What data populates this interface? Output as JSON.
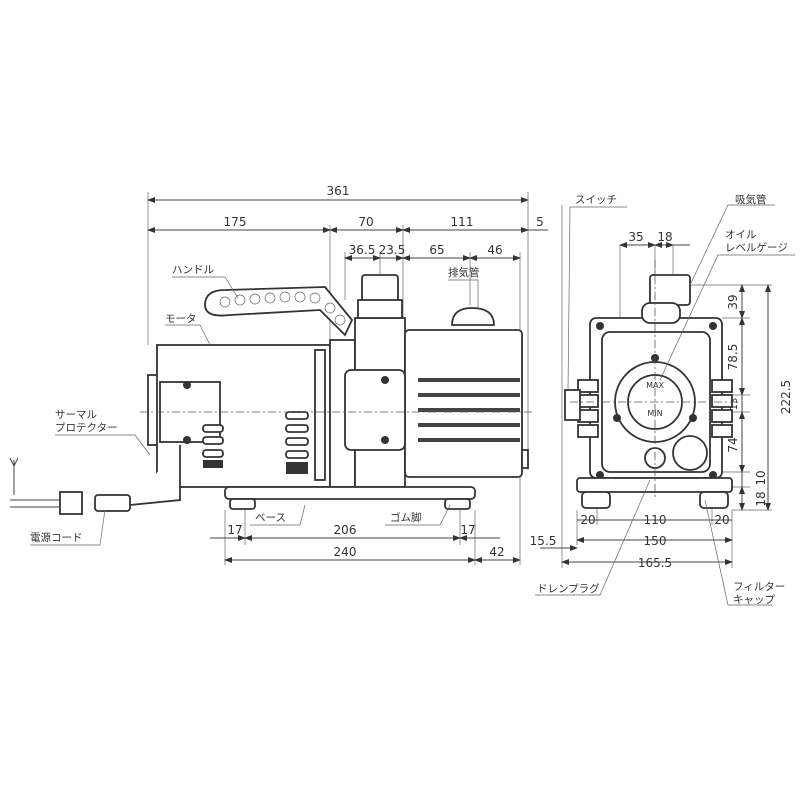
{
  "side_view": {
    "dimensions": {
      "overall_length": "361",
      "motor": "175",
      "middle": "70",
      "pump": "111",
      "offset_right": "5",
      "inlet_a": "36.5",
      "inlet_b": "23.5",
      "exhaust_a": "65",
      "exhaust_b": "46",
      "base_left": "17",
      "base_right": "17",
      "base_mount": "206",
      "base_length": "240",
      "overhang": "42"
    },
    "labels": {
      "handle": "ハンドル",
      "motor": "モータ",
      "exhaust": "排気管",
      "thermal_protector_1": "サーマル",
      "thermal_protector_2": "プロテクター",
      "power_cord": "電源コード",
      "base": "ベース",
      "rubber_foot": "ゴム脚"
    }
  },
  "front_view": {
    "dimensions": {
      "inlet_offset": "35",
      "inlet_width": "18",
      "top": "39",
      "upper": "78.5",
      "gauge": "13",
      "lower": "74",
      "foot": "10",
      "base": "18",
      "overall_height": "222.5",
      "foot_left": "20",
      "foot_span": "110",
      "foot_right": "20",
      "base_width": "150",
      "overall_width": "165.5",
      "switch_offset": "15.5"
    },
    "labels": {
      "switch": "スイッチ",
      "intake": "吸気管",
      "oil_gauge_1": "オイル",
      "oil_gauge_2": "レベルゲージ",
      "max": "MAX",
      "min": "MIN",
      "drain_plug": "ドレンプラグ",
      "filter_cap_1": "フィルター",
      "filter_cap_2": "キャップ"
    }
  }
}
